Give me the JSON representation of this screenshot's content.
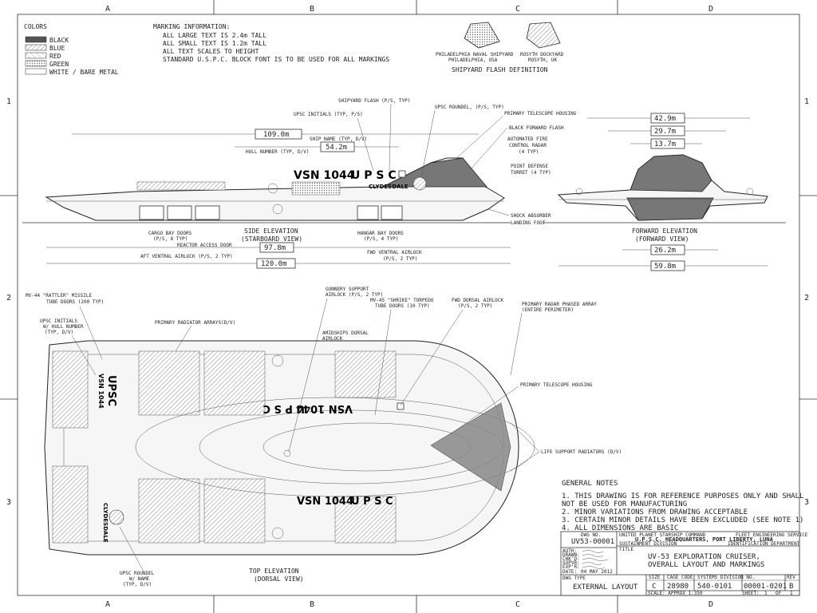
{
  "border": {
    "columns": [
      "A",
      "B",
      "C",
      "D"
    ],
    "rows": [
      "1",
      "2",
      "3"
    ]
  },
  "colors_legend": {
    "title": "COLORS",
    "items": [
      {
        "label": "BLACK",
        "swatch": "#555555"
      },
      {
        "label": "BLUE",
        "swatch": "#999999"
      },
      {
        "label": "RED",
        "swatch": "#bbbbbb"
      },
      {
        "label": "GREEN",
        "swatch": "#dddddd"
      },
      {
        "label": "WHITE / BARE METAL",
        "swatch": "#ffffff"
      }
    ]
  },
  "marking_info": {
    "title": "MARKING INFORMATION:",
    "lines": [
      "ALL LARGE TEXT IS 2.4m TALL",
      "ALL SMALL TEXT IS 1.2m TALL",
      "ALL TEXT SCALES TO HEIGHT",
      "STANDARD U.S.P.C. BLOCK FONT IS TO BE USED FOR ALL MARKINGS"
    ]
  },
  "shipyard": {
    "philadelphia": [
      "PHILADELPHIA NAVAL SHIPYARD",
      "PHILADELPHIA, USA"
    ],
    "rosyth": [
      "ROSYTH DOCKYARD",
      "ROSYTH, UK"
    ],
    "title": "SHIPYARD FLASH DEFINITION"
  },
  "side_elevation": {
    "hull_number": "VSN 1044",
    "initials": "U P S C",
    "ship_name": "CLYDESDALE",
    "title": [
      "SIDE ELEVATION",
      "(STARBOARD VIEW)"
    ],
    "dims": [
      "109.0m",
      "54.2m",
      "97.8m",
      "120.0m"
    ],
    "callouts": {
      "shipyard_flash": "SHIPYARD FLASH (P/S, TYP)",
      "upsc_initials": "UPSC INITIALS (TYP, P/S)",
      "upsc_roundel": "UPSC ROUNDEL, (P/S, TYP)",
      "primary_telescope": "PRIMARY TELESCOPE HOUSING",
      "black_forward_flash": "BLACK FORWARD FLASH",
      "ship_name": "SHIP NAME (TYP, D/V)",
      "hull_number": "HULL NUMBER (TYP, D/V)",
      "fire_control": [
        "AUTOMATED FIRE",
        "CONTROL RADAR",
        "(4 TYP)"
      ],
      "point_defense": [
        "POINT DEFENSE",
        "TURRET (4 TYP)"
      ],
      "shock_absorber": "SHOCK ABSORBER",
      "landing_foot": "LANDING FOOT",
      "cargo_bay": [
        "CARGO BAY DOORS",
        "(P/S, 8 TYP)"
      ],
      "reactor_access": "REACTOR ACCESS DOOR",
      "hangar_bay": [
        "HANGAR BAY DOORS",
        "(P/S, 4 TYP)"
      ],
      "aft_airlock": "AFT VENTRAL AIRLOCK (P/S, 2 TYP)",
      "fwd_ventral_airlock": [
        "FWD VENTRAL AIRLOCK",
        "(P/S, 2 TYP)"
      ]
    }
  },
  "forward_elevation": {
    "title": [
      "FORWARD ELEVATION",
      "(FORWARD VIEW)"
    ],
    "dims": [
      "42.9m",
      "29.7m",
      "13.7m",
      "26.2m",
      "59.8m"
    ]
  },
  "top_elevation": {
    "title": [
      "TOP ELEVATION",
      "(DORSAL VIEW)"
    ],
    "hull_number": "VSN 1044",
    "initials": "U P S C",
    "ship_name": "CLYDESDALE",
    "upsc_vertical": "UPSC",
    "vsn_vertical": "VSN 1044",
    "callouts": {
      "rattler": [
        "MV-44 \"RATTLER\" MISSILE",
        "TUBE DOORS (200 TYP)"
      ],
      "upsc_hull": [
        "UPSC INITIALS",
        "W/ HULL NUMBER",
        "(TYP, D/V)"
      ],
      "radiators": "PRIMARY RADIATOR ARRAYS(D/V)",
      "gunnery": [
        "GUNNERY SUPPORT",
        "AIRLOCK (P/S, 2 TYP)"
      ],
      "shrike": [
        "MV-45 \"SHRIKE\" TORPEDO",
        "TUBE DOORS (10 TYP)"
      ],
      "fwd_dorsal": [
        "FWD DORSAL AIRLOCK",
        "(P/S, 2 TYP)"
      ],
      "radar_array": [
        "PRIMARY RADAR PHASED ARRAY",
        "(ENTIRE PERIMETER)"
      ],
      "amidships": [
        "AMIDSHIPS DORSAL",
        "AIRLOCK"
      ],
      "telescope": "PRIMARY TELESCOPE HOUSING",
      "life_support": "LIFE SUPPORT RADIATORS (D/V)",
      "roundel": [
        "UPSC ROUNDEL",
        "W/ NAME",
        "(TYP, D/V)"
      ]
    }
  },
  "general_notes": {
    "title": "GENERAL NOTES",
    "items": [
      "1. THIS DRAWING IS FOR REFERENCE PURPOSES ONLY AND SHALL",
      "   NOT BE USED FOR MANUFACTURING",
      "2. MINOR VARIATIONS FROM DRAWING ACCEPTABLE",
      "3. CERTAIN MINOR DETAILS HAVE BEEN EXCLUDED (SEE NOTE 1)",
      "4. ALL DIMENSIONS ARE BASIC"
    ]
  },
  "title_block": {
    "dwg_no_label": "DWG NO.",
    "dwg_no": "UV53-00001",
    "command": "UNITED PLANET STARSHIP COMMAND",
    "service": "FLEET ENGINEERING SERVICE",
    "hq": "U.P.S.C. HEADQUARTERS, PORT LIBERTY, LUNA",
    "division": "SUSTAINMENT DIVISION",
    "id_dept": "IDENTIFICATION DEPARTMENT",
    "title_label": "TITLE",
    "title_lines": [
      "UV-53 EXPLORATION CRUISER,",
      "OVERALL LAYOUT AND MARKINGS"
    ],
    "sig_labels": [
      "AUTH:",
      "DRAWN:",
      "CHK'D:",
      "SUPVR:",
      "EXP'R:",
      "DATE:"
    ],
    "date": "04 MAY 2012",
    "dwg_type_label": "DWG TYPE",
    "dwg_type": "EXTERNAL LAYOUT",
    "size_label": "SIZE",
    "size": "C",
    "cage_label": "CAGE CODE",
    "cage": "28980",
    "sys_label": "SYSTEMS DIVISION NO.",
    "sys": "540-0101",
    "dwgno2": "00001-0201",
    "rev_label": "REV",
    "rev": "B",
    "scale": "SCALE: APPROX 1:350",
    "sheet": "SHEET:",
    "sheet_no": "1",
    "of": "OF",
    "sheet_total": "1"
  }
}
